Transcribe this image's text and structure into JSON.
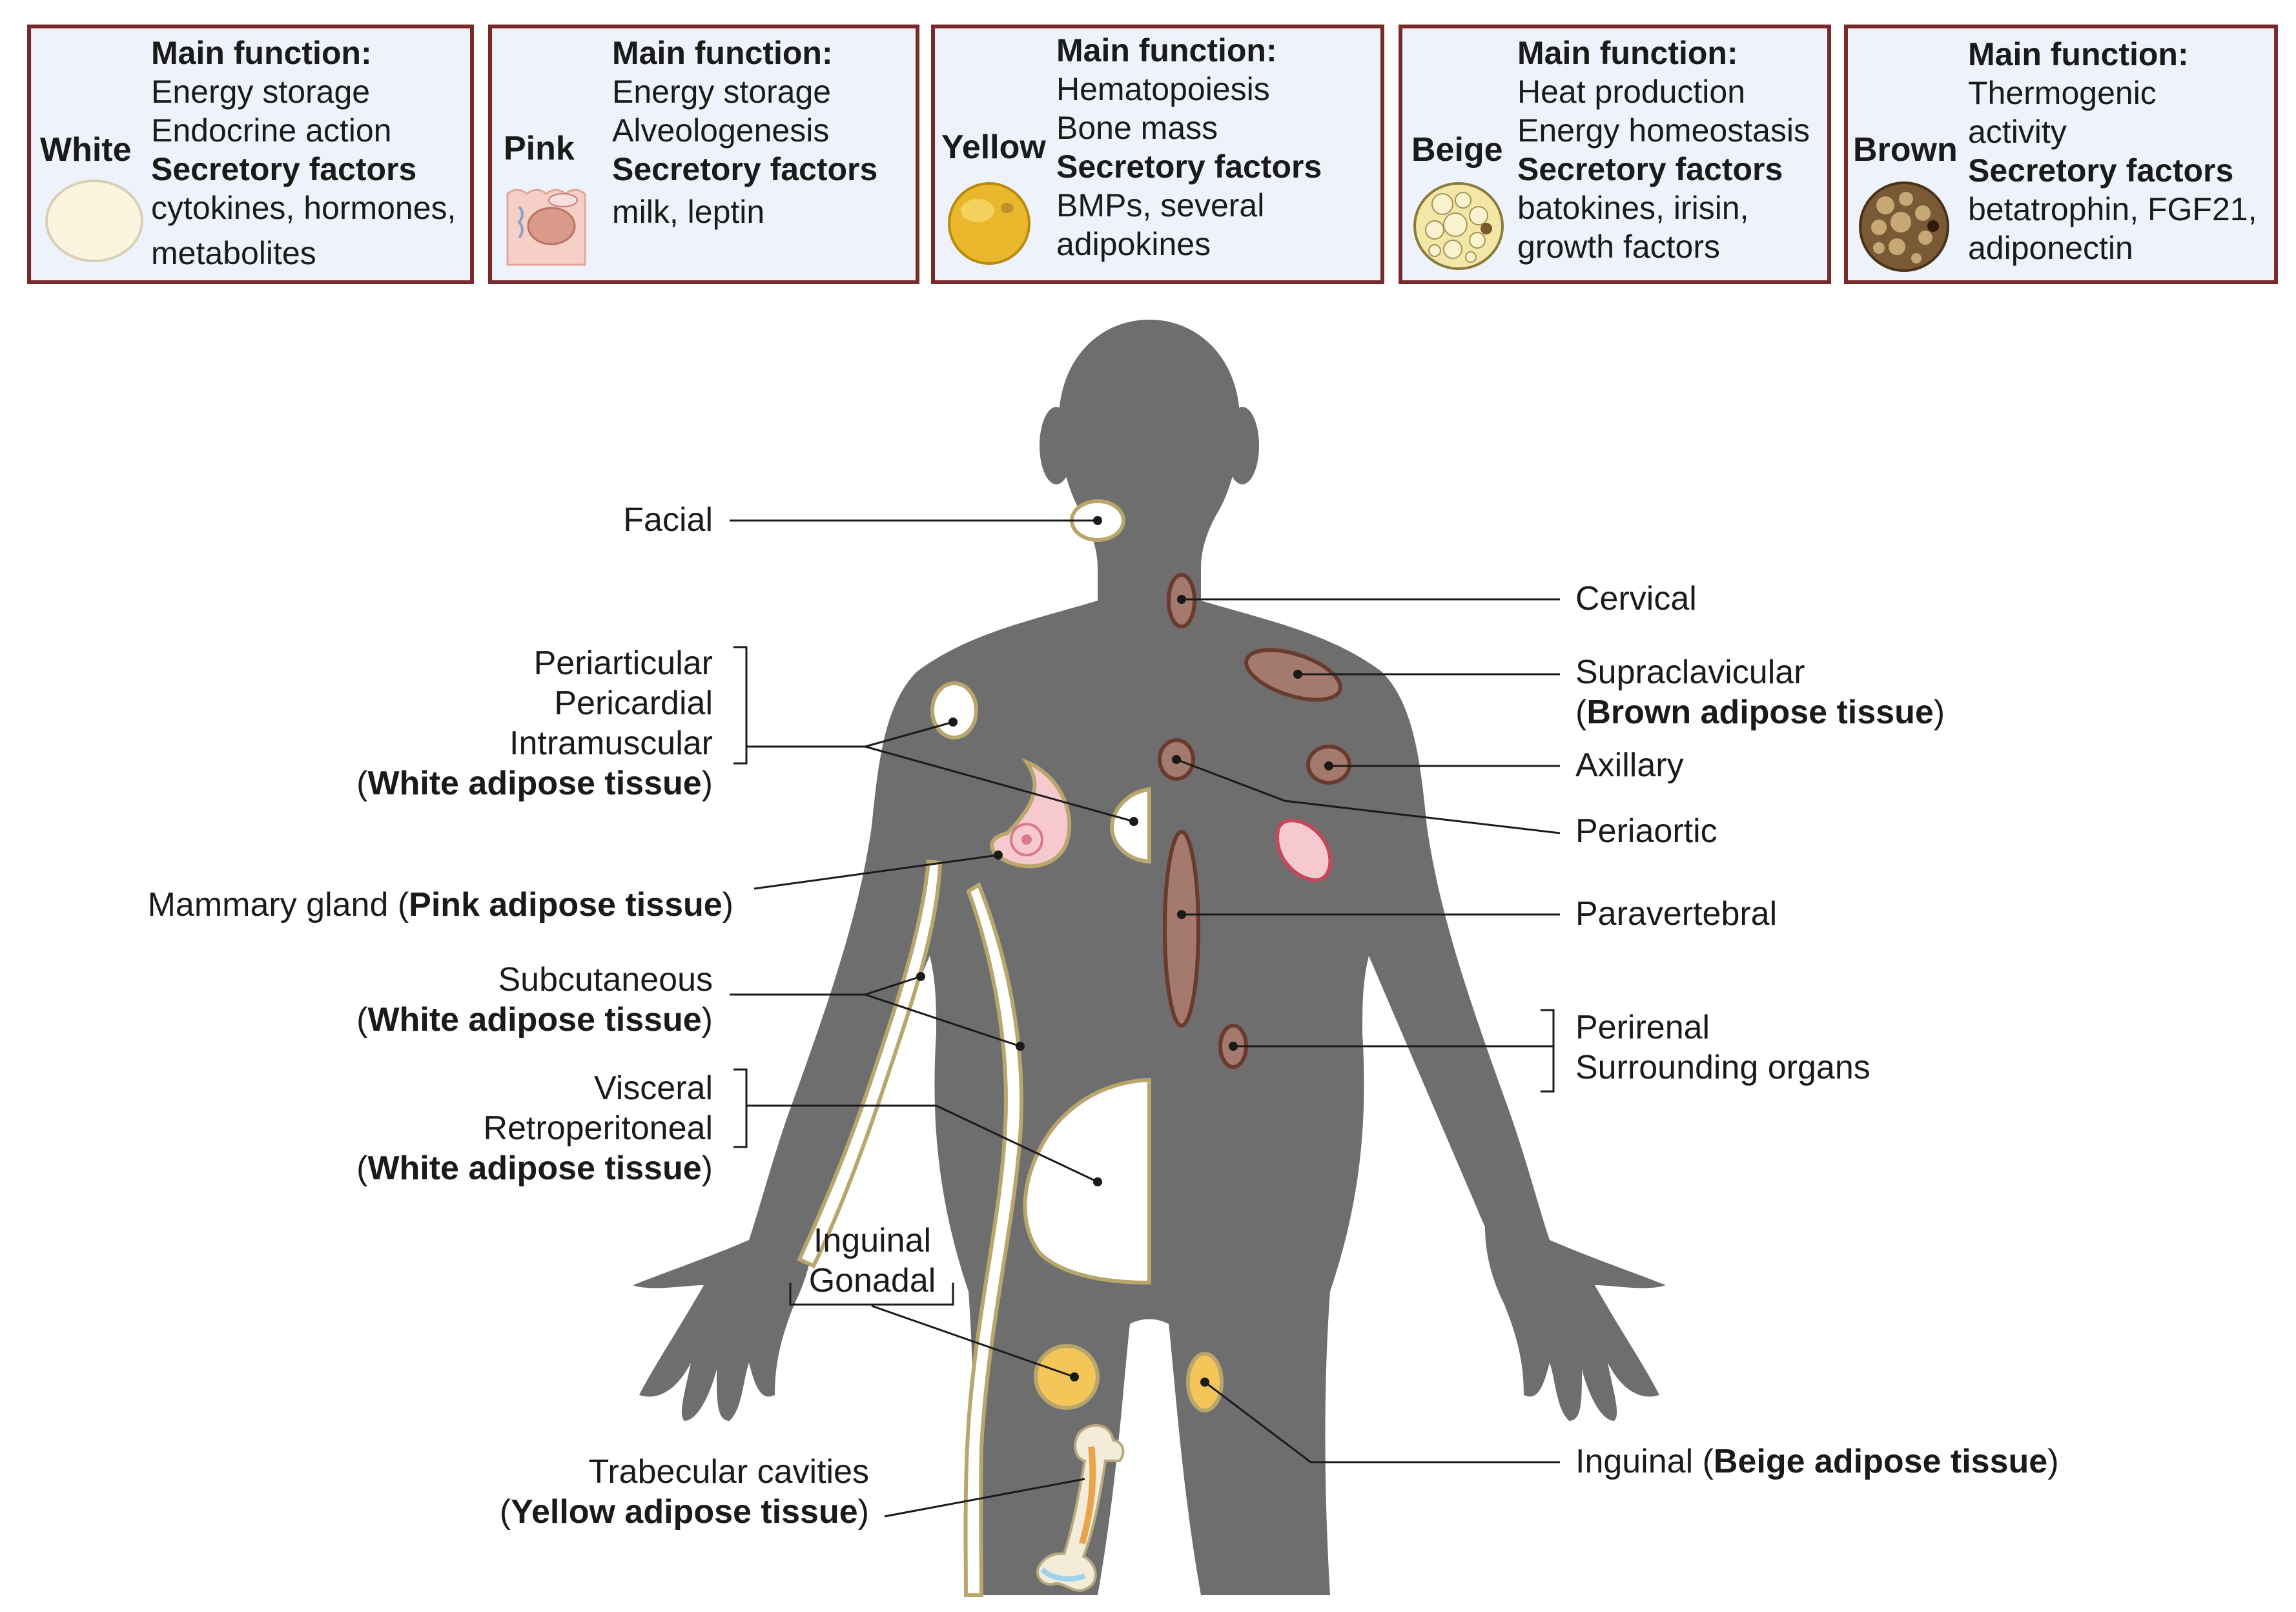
{
  "panels": [
    {
      "type": "White",
      "lines": [
        {
          "text": "Main function:",
          "bold": true
        },
        {
          "text": "Energy storage",
          "bold": false
        },
        {
          "text": "Endocrine action",
          "bold": false
        },
        {
          "text": "Secretory factors",
          "bold": true
        },
        {
          "text": "cytokines, hormones,",
          "bold": false
        },
        {
          "text": "metabolites",
          "bold": false
        }
      ]
    },
    {
      "type": "Pink",
      "lines": [
        {
          "text": "Main function:",
          "bold": true
        },
        {
          "text": "Energy storage",
          "bold": false
        },
        {
          "text": "Alveologenesis",
          "bold": false
        },
        {
          "text": "Secretory factors",
          "bold": true
        },
        {
          "text": "milk, leptin",
          "bold": false
        }
      ]
    },
    {
      "type": "Yellow",
      "lines": [
        {
          "text": "Main function:",
          "bold": true
        },
        {
          "text": "Hematopoiesis",
          "bold": false
        },
        {
          "text": "Bone mass",
          "bold": false
        },
        {
          "text": "Secretory factors",
          "bold": true
        },
        {
          "text": "BMPs, several",
          "bold": false
        },
        {
          "text": "adipokines",
          "bold": false
        }
      ]
    },
    {
      "type": "Beige",
      "lines": [
        {
          "text": "Main function:",
          "bold": true
        },
        {
          "text": "Heat production",
          "bold": false
        },
        {
          "text": "Energy homeostasis",
          "bold": false
        },
        {
          "text": "Secretory factors",
          "bold": true
        },
        {
          "text": "batokines, irisin,",
          "bold": false
        },
        {
          "text": "growth factors",
          "bold": false
        }
      ]
    },
    {
      "type": "Brown",
      "lines": [
        {
          "text": "Main function:",
          "bold": true
        },
        {
          "text": "Thermogenic",
          "bold": false
        },
        {
          "text": "activity",
          "bold": false
        },
        {
          "text": "Secretory factors",
          "bold": true
        },
        {
          "text": "betatrophin, FGF21,",
          "bold": false
        },
        {
          "text": "adiponectin",
          "bold": false
        }
      ]
    }
  ],
  "labels": {
    "facial": "Facial",
    "cervical": "Cervical",
    "periarticular": "Periarticular",
    "pericardial": "Pericardial",
    "intramuscular": "Intramuscular",
    "wat_open": "(",
    "wat_bold": "White adipose tissue",
    "wat_close": ")",
    "supraclavicular": "Supraclavicular",
    "bat_open": "(",
    "bat_bold": "Brown adipose tissue",
    "bat_close": ")",
    "axillary": "Axillary",
    "periaortic": "Periaortic",
    "mammary_prefix": "Mammary gland (",
    "mammary_bold": "Pink adipose tissue",
    "mammary_suffix": ")",
    "paravertebral": "Paravertebral",
    "subcutaneous": "Subcutaneous",
    "perirenal": "Perirenal",
    "surrounding_organs": "Surrounding organs",
    "visceral": "Visceral",
    "retroperitoneal": "Retroperitoneal",
    "inguinal_left": "Inguinal",
    "gonadal": "Gonadal",
    "trabecular": "Trabecular cavities",
    "yat_open": "(",
    "yat_bold": "Yellow  adipose tissue",
    "yat_close": ")",
    "inguinal_right_prefix": "Inguinal (",
    "beige_bold": "Beige adipose tissue",
    "inguinal_right_suffix": ")"
  },
  "colors": {
    "body": "#6e6e6e",
    "white_fat": "#ffffff",
    "fat_outline": "#b9a66d",
    "brown_fat": "#a47a6e",
    "brown_outline": "#6a3a2e",
    "pink_fat": "#f6c9cf",
    "yellow_fat": "#f4c65a",
    "panel_border": "#7a2a2a",
    "panel_bg": "#eef3fb"
  },
  "icons": [
    "white-adipocyte-icon",
    "pink-adipocyte-icon",
    "yellow-adipocyte-icon",
    "beige-adipocyte-icon",
    "brown-adipocyte-icon"
  ]
}
